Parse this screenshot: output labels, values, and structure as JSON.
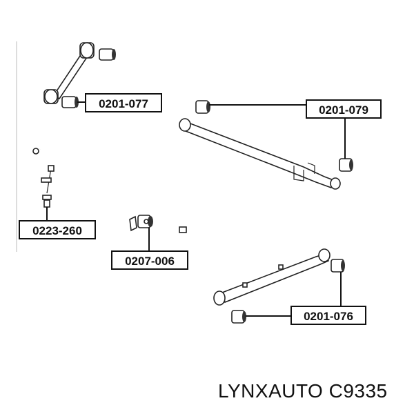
{
  "labels": {
    "part_077": "0201-077",
    "part_079": "0201-079",
    "part_260": "0223-260",
    "part_006": "0207-006",
    "part_076": "0201-076"
  },
  "footer": {
    "brand_part": "LYNXAUTO C9335"
  }
}
